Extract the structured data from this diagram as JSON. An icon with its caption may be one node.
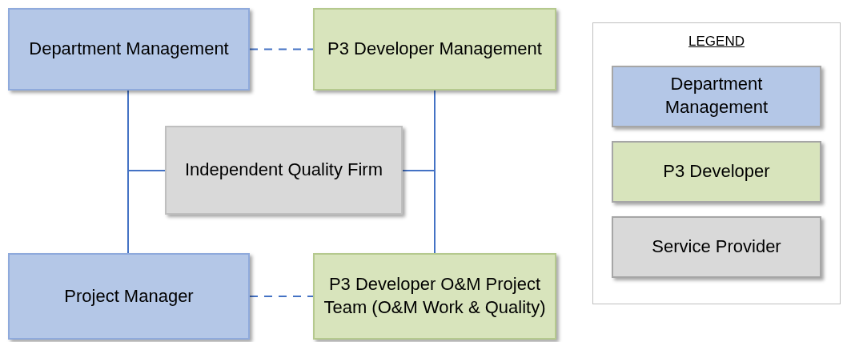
{
  "diagram": {
    "nodes": [
      {
        "text": [
          "Department Management"
        ]
      },
      {
        "text": [
          "P3 Developer Management"
        ]
      },
      {
        "text": [
          "Independent Quality Firm"
        ]
      },
      {
        "text": [
          "Project Manager"
        ]
      },
      {
        "text": [
          "P3 Developer O&M Project Team (O&M Work & Quality)"
        ]
      }
    ],
    "edges": [
      {
        "from": 0,
        "to": 1,
        "arrow": "none",
        "style": "dashed"
      },
      {
        "from": 0,
        "to": 3,
        "arrow": "none"
      },
      {
        "from": 2,
        "to": 0,
        "arrow": "none"
      },
      {
        "from": 2,
        "to": 3,
        "arrow": "none"
      },
      {
        "from": 1,
        "to": 4,
        "arrow": "none"
      },
      {
        "from": 2,
        "to": 1,
        "arrow": "none"
      },
      {
        "from": 2,
        "to": 4,
        "arrow": "none"
      },
      {
        "from": 3,
        "to": 4,
        "arrow": "none",
        "style": "dashed"
      }
    ],
    "labels": [
      "LEGEND"
    ],
    "legend": [
      {
        "text": "Department Management",
        "color": "#b4c7e7"
      },
      {
        "text": "P3 Developer",
        "color": "#d8e4bc"
      },
      {
        "text": "Service Provider",
        "color": "#d9d9d9"
      }
    ]
  }
}
